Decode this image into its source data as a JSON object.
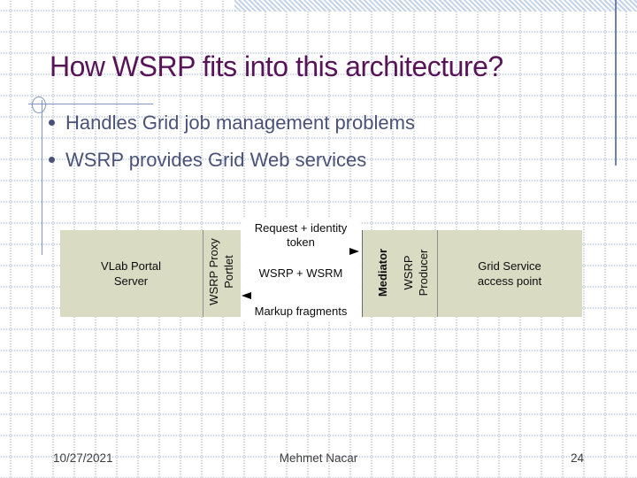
{
  "slide": {
    "title": "How WSRP fits into this architecture?",
    "bullets": [
      {
        "label": "Handles Grid job management problems"
      },
      {
        "label": "WSRP provides Grid Web services"
      }
    ],
    "footer": {
      "date": "10/27/2021",
      "author": "Mehmet Nacar",
      "slide_number": "24"
    }
  },
  "diagram": {
    "portal_box": {
      "line1": "VLab Portal",
      "line2": "Server"
    },
    "proxy_portlet": {
      "line1": "WSRP Proxy",
      "line2": "Portlet"
    },
    "request_label": {
      "line1": "Request + identity",
      "line2": "token"
    },
    "wsrp_wsrm_label": "WSRP + WSRM",
    "markup_label": "Markup fragments",
    "mediator_label": "Mediator",
    "producer": {
      "line1": "WSRP",
      "line2": "Producer"
    },
    "grid_service": {
      "line1": "Grid Service",
      "line2": "access point"
    }
  },
  "colors": {
    "title_text": "#581458",
    "body_text": "#4a5377",
    "box_fill": "#d9dbc3",
    "accent_line": "#6d83ab",
    "hatch_blue": "#c4d3e8",
    "footer_text": "#3f3f3f",
    "diagram_text": "#0c0c0c"
  }
}
